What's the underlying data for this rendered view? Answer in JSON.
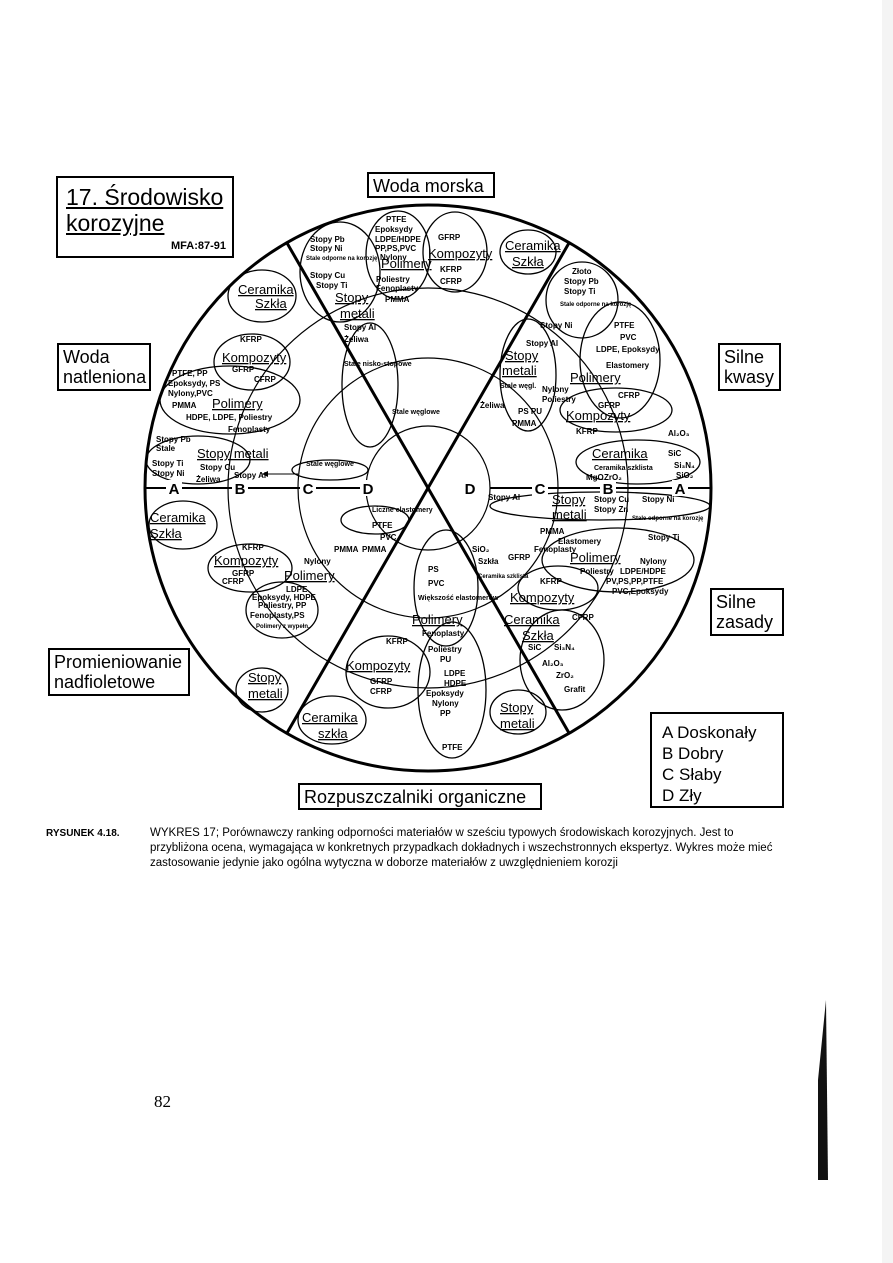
{
  "title": {
    "line1": "17. Środowisko",
    "line2": "korozyjne",
    "source": "MFA:87-91"
  },
  "environments": {
    "sea_water": "Woda morska",
    "oxygenated_water_l1": "Woda",
    "oxygenated_water_l2": "natleniona",
    "strong_acids_l1": "Silne",
    "strong_acids_l2": "kwasy",
    "strong_bases_l1": "Silne",
    "strong_bases_l2": "zasady",
    "uv_l1": "Promieniowanie",
    "uv_l2": "nadfioletowe",
    "organic_solvents": "Rozpuszczalniki organiczne"
  },
  "ratings": {
    "a": "A",
    "b": "B",
    "c": "C",
    "d": "D"
  },
  "legend": [
    "A  Doskonały",
    "B  Dobry",
    "C  Słaby",
    "D  Zły"
  ],
  "groups": {
    "composites": "Kompozyty",
    "polymers": "Polimery",
    "metals_l1": "Stopy",
    "metals_l2": "metali",
    "metals_one": "Stopy metali",
    "ceramics_l1": "Ceramika",
    "ceramics_l2": "Szkła",
    "ceramics_l2_lower": "szkła"
  },
  "materials": {
    "kfrp": "KFRP",
    "gfrp": "GFRP",
    "cfrp": "CFRP",
    "ptfe": "PTFE",
    "pvc": "PVC",
    "ps": "PS",
    "pmma": "PMMA",
    "pp": "PP",
    "epoksydy": "Epoksydy",
    "hdpe": "HDPE",
    "ldpe": "LDPE",
    "poliestry": "Poliestry",
    "fenoplasty": "Fenoplasty",
    "nylony": "Nylony",
    "elastomery": "Elastomery",
    "pu": "PU",
    "stopy_pb": "Stopy Pb",
    "stopy_ni": "Stopy Ni",
    "stopy_cu": "Stopy Cu",
    "stopy_ti": "Stopy Ti",
    "stopy_al": "Stopy Al",
    "stopy_zn": "Stopy Zn",
    "zeliwa": "Żeliwa",
    "zloto": "Złoto",
    "stale_odporne": "Stale odporne na korozję",
    "stale_nisko": "Stale nisko-stopowe",
    "stale_weglowe": "Stale węglowe",
    "liczne_elastomery": "Liczne elastomery",
    "wiekszosc_elastomerow": "Większość elastomerów",
    "polimery_z_wypeln": "Polimery z wypełn.",
    "sic": "SiC",
    "si3n4": "Si₃N₄",
    "al2o3": "Al₂O₃",
    "zro2": "ZrO₂",
    "mgo": "MgO",
    "sio2": "SiO₂",
    "grafit": "Grafit",
    "ceramika_szklista": "Ceramika szklista",
    "pe_hdpe": "PV,PS,PP,PTFE",
    "pvc_epoksydy": "PVC,Epoksydy",
    "ldpe_hdpe": "LDPE/HDPE",
    "ldpe_epoksydy": "LDPE, Epoksydy",
    "hdpe_ldpe_poliestry": "HDPE, LDPE, Poliestry",
    "ptfe_pp": "PTFE, PP",
    "epoksydy_ps": "Epoksydy, PS",
    "nylony_pvc": "Nylony,PVC",
    "pp_ps_pvc": "PP,PS,PVC",
    "epoksydy_hdpe": "Epoksydy, HDPE",
    "poliestry_pp": "Poliestry, PP",
    "fenoplasty_ps": "Fenoplasty,PS",
    "ps_pu": "PS PU",
    "stale": "Stale",
    "stale_wegl": "Stale węgl."
  },
  "caption": {
    "label": "RYSUNEK 4.18.",
    "text": "WYKRES 17; Porównawczy ranking odporności materiałów w sześciu typowych środowiskach korozyjnych. Jest to przybliżona ocena, wymagająca w konkretnych przypadkach dokładnych i wszechstronnych ekspertyz. Wykres może mieć zastosowanie jedynie jako ogólna wytyczna w doborze materiałów z uwzględnieniem korozji"
  },
  "page_number": "82"
}
